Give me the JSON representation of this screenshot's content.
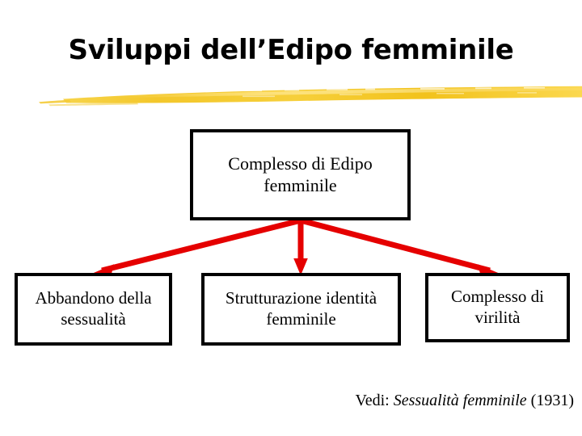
{
  "slide": {
    "title": "Sviluppi dell’Edipo femminile",
    "accent_color": "#E50000",
    "underline_color": "#F5C518",
    "box_border_color": "#000000",
    "background_color": "#FFFFFF"
  },
  "diagram": {
    "type": "tree",
    "root": {
      "id": "complesso-edipo-femminile",
      "label": "Complesso di Edipo femminile"
    },
    "children": [
      {
        "id": "abbandono-sessualita",
        "label": "Abbandono della sessualità"
      },
      {
        "id": "strutturazione-identita",
        "label": "Strutturazione identità femminile"
      },
      {
        "id": "complesso-virilita",
        "label": "Complesso di virilità"
      }
    ],
    "arrows": [
      {
        "from": "complesso-edipo-femminile",
        "to": "abbandono-sessualita",
        "direction": "down-left",
        "color": "#E50000"
      },
      {
        "from": "complesso-edipo-femminile",
        "to": "strutturazione-identita",
        "direction": "down",
        "color": "#E50000"
      },
      {
        "from": "complesso-edipo-femminile",
        "to": "complesso-virilita",
        "direction": "down-right",
        "color": "#E50000"
      }
    ]
  },
  "footnote": {
    "prefix": "Vedi: ",
    "reference_title": "Sessualità femminile",
    "suffix": " (1931)"
  }
}
